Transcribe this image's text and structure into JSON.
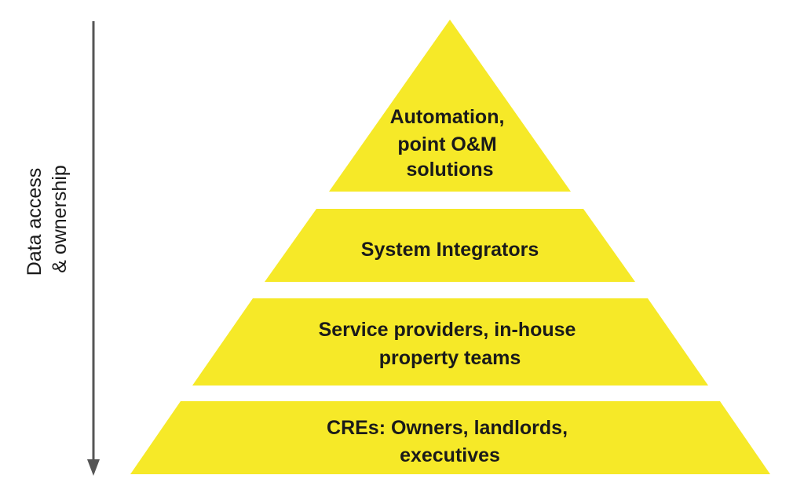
{
  "axis": {
    "label_line1": "Data access",
    "label_line2": "& ownership",
    "direction": "down",
    "color": "#555555"
  },
  "pyramid": {
    "fill_color": "#F6E928",
    "tiers": [
      {
        "id": "automation",
        "lines": [
          "Automation,",
          "point O&M",
          "solutions"
        ]
      },
      {
        "id": "system-integrators",
        "lines": [
          "System Integrators"
        ]
      },
      {
        "id": "service-providers",
        "lines": [
          "Service providers, in-house",
          "property teams"
        ]
      },
      {
        "id": "cres",
        "lines": [
          "CREs: Owners, landlords,",
          "executives"
        ]
      }
    ]
  }
}
